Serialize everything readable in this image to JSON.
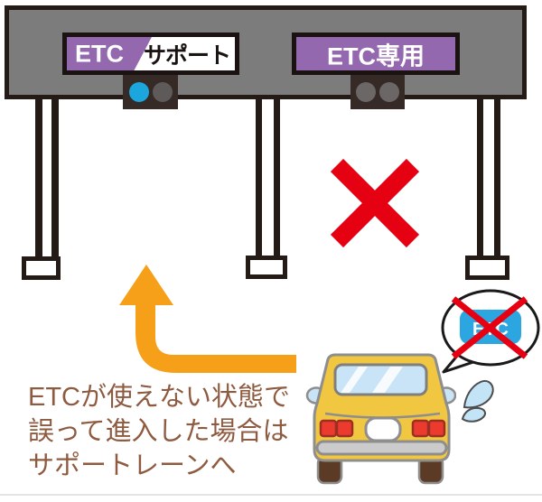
{
  "gantry": {
    "support_lane_sign": {
      "etc_label": "ETC",
      "support_label": "サポート"
    },
    "etc_only_sign": {
      "label": "ETC専用"
    },
    "support_lane_light": {
      "state": "on",
      "on_color": "#1ba7de"
    },
    "etc_only_light": {
      "state": "off"
    }
  },
  "prohibition_mark": {
    "icon": "red-x-icon",
    "color": "#e50012"
  },
  "route_arrow": {
    "icon": "curved-arrow-up-icon",
    "color": "#f6a01a",
    "meaning": "move to support lane"
  },
  "speech_bubble": {
    "card_label": "ETC",
    "card_color": "#2ca6e0",
    "crossed_out_color": "#e60012"
  },
  "car": {
    "body_color": "#f1c640",
    "tail_light_color": "#ec3a2e"
  },
  "caption": {
    "color": "#8f5b40",
    "lines": [
      "ETCが使えない状態で",
      "誤って進入した場合は",
      "サポートレーンへ"
    ]
  }
}
